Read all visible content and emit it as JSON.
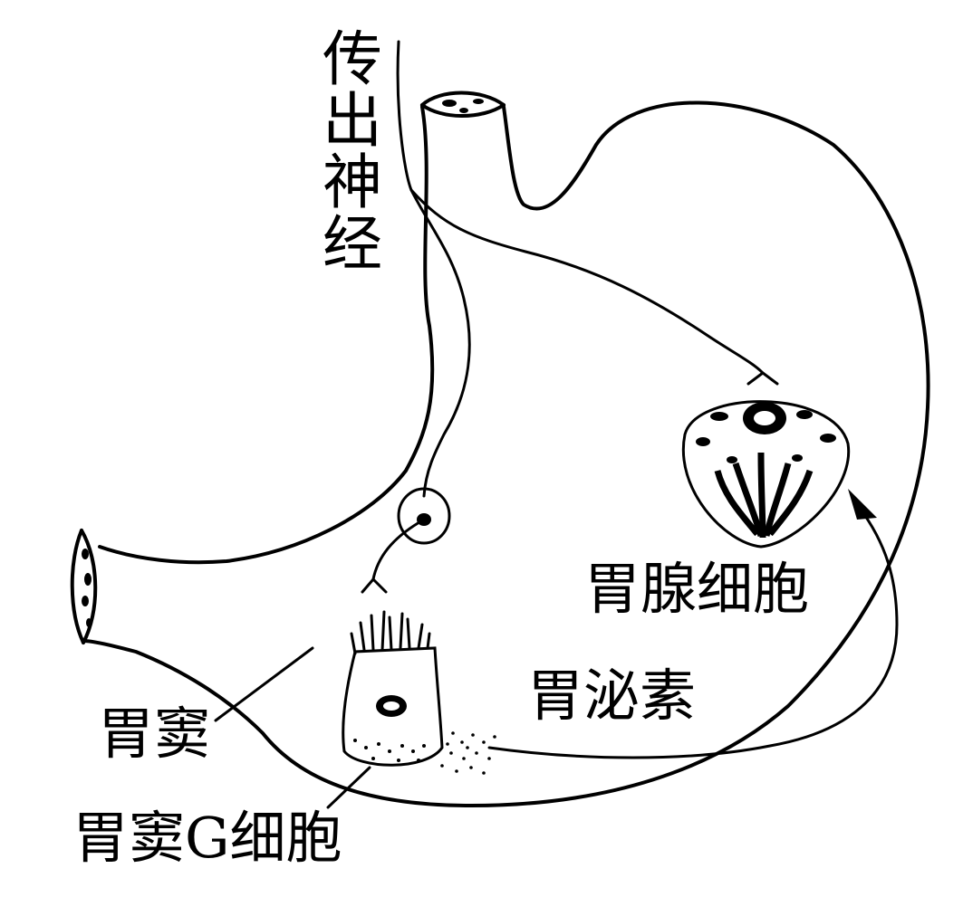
{
  "diagram": {
    "labels": {
      "efferent_nerve": "传出神经",
      "gastric_gland_cell": "胃腺细胞",
      "gastrin": "胃泌素",
      "gastric_antrum": "胃窦",
      "antral_g_cell": "胃窦G细胞"
    }
  }
}
